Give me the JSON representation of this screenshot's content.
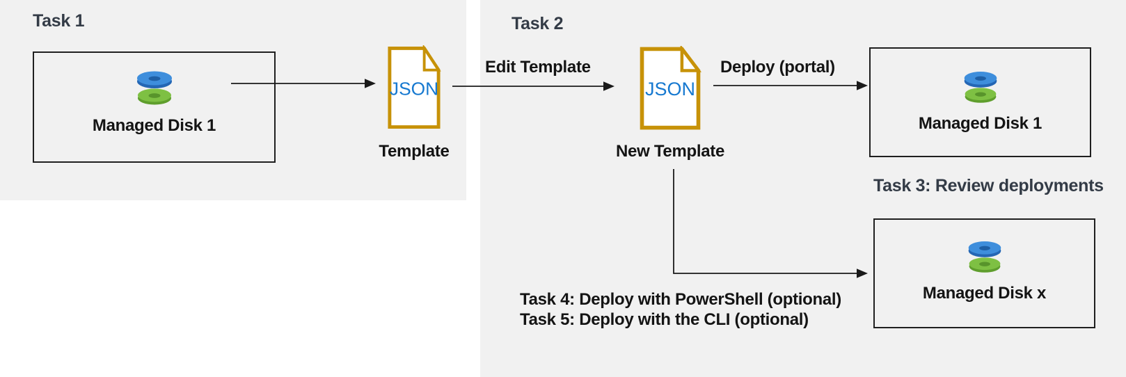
{
  "diagram": {
    "headings": {
      "task1": "Task 1",
      "task2": "Task 2",
      "task3": "Task 3: Review deployments",
      "task4": "Task 4: Deploy with PowerShell (optional)",
      "task5": "Task 5: Deploy with the CLI (optional)"
    },
    "arrows": {
      "edit_template": "Edit Template",
      "deploy_portal": "Deploy (portal)"
    },
    "files": {
      "template": {
        "type_text": "JSON",
        "label": "Template"
      },
      "new_template": {
        "type_text": "JSON",
        "label": "New Template"
      }
    },
    "disks": {
      "source": "Managed Disk 1",
      "deployed_portal": "Managed Disk 1",
      "deployed_x": "Managed Disk x"
    },
    "colors": {
      "page_bg": "#ffffff",
      "panel_bg": "#f1f1f1",
      "heading": "#333b46",
      "text": "#141414",
      "box_border": "#1f1f1f",
      "arrow": "#1a1a1a",
      "file_border": "#c79208",
      "file_text": "#1779d0",
      "disk_blue_top": "#3e8edc",
      "disk_blue_side": "#2466b4",
      "disk_blue_hole": "#1e5fa5",
      "disk_green_top": "#7ec043",
      "disk_green_side": "#5f9e2d",
      "disk_green_hole": "#58942b"
    }
  }
}
